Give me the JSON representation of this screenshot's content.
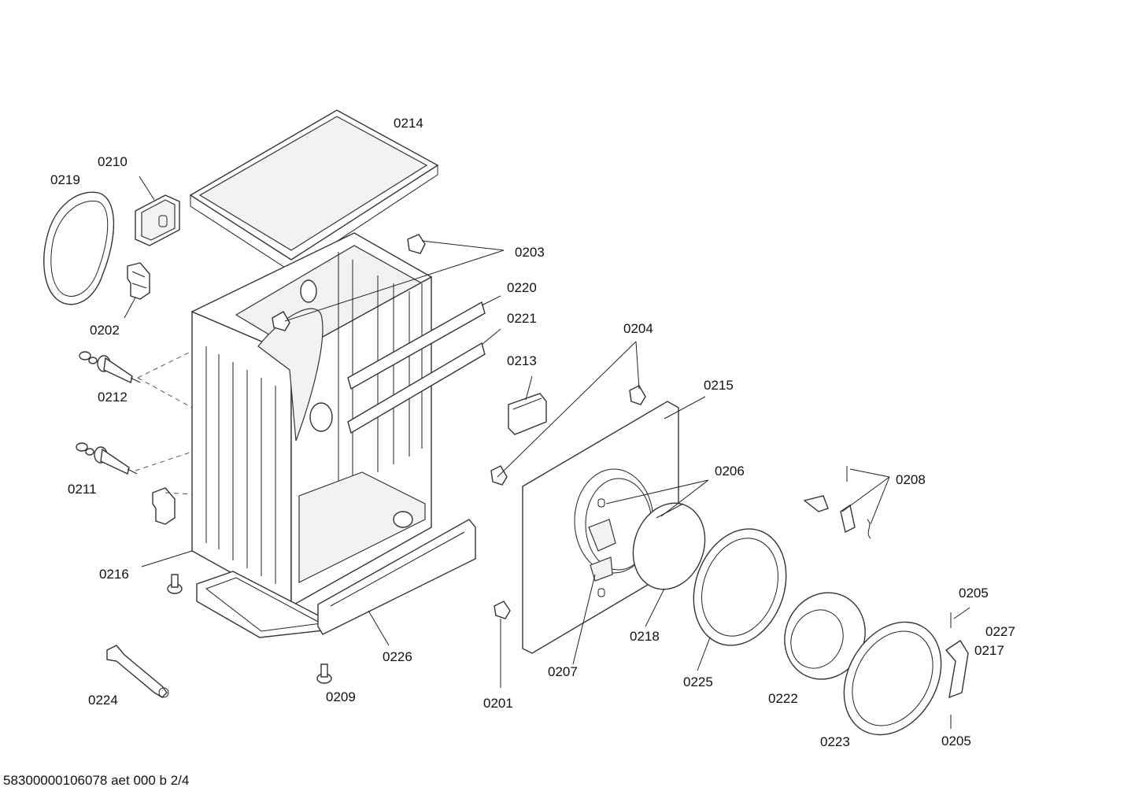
{
  "diagram": {
    "labels": {
      "l0214": "0214",
      "l0210": "0210",
      "l0219": "0219",
      "l0203": "0203",
      "l0220": "0220",
      "l0221": "0221",
      "l0202": "0202",
      "l0212": "0212",
      "l0213": "0213",
      "l0204": "0204",
      "l0215": "0215",
      "l0206": "0206",
      "l0208": "0208",
      "l0211": "0211",
      "l0216": "0216",
      "l0205a": "0205",
      "l0217": "0217",
      "l0227": "0227",
      "l0226": "0226",
      "l0218": "0218",
      "l0207": "0207",
      "l0225": "0225",
      "l0222": "0222",
      "l0224": "0224",
      "l0209": "0209",
      "l0201": "0201",
      "l0223": "0223",
      "l0205b": "0205"
    }
  },
  "footer": {
    "doc_ref": "58300000106078 aet 000 b 2/4"
  }
}
